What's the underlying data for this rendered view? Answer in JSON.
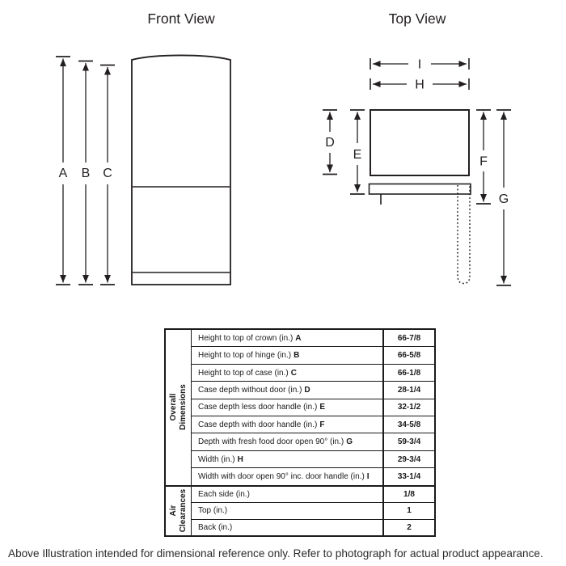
{
  "titles": {
    "front_view": "Front View",
    "top_view": "Top View"
  },
  "dims": {
    "a": "A",
    "b": "B",
    "c": "C",
    "d": "D",
    "e": "E",
    "f": "F",
    "g": "G",
    "h": "H",
    "i": "I"
  },
  "colors": {
    "line": "#231f20",
    "table_border": "#1a1a1a",
    "text": "#2b2b2b"
  },
  "table": {
    "sections": [
      {
        "header_line1": "Overall",
        "header_line2": "Dimensions",
        "rows": [
          {
            "label": "Height to top of crown (in.)",
            "letter": "A",
            "value": "66-7/8"
          },
          {
            "label": "Height to top of hinge (in.)",
            "letter": "B",
            "value": "66-5/8"
          },
          {
            "label": "Height to top of case (in.)",
            "letter": "C",
            "value": "66-1/8"
          },
          {
            "label": "Case depth without door (in.)",
            "letter": "D",
            "value": "28-1/4"
          },
          {
            "label": "Case depth less door handle (in.)",
            "letter": "E",
            "value": "32-1/2"
          },
          {
            "label": "Case depth with door handle (in.)",
            "letter": "F",
            "value": "34-5/8"
          },
          {
            "label": "Depth with fresh food door open 90° (in.)",
            "letter": "G",
            "value": "59-3/4"
          },
          {
            "label": "Width (in.)",
            "letter": "H",
            "value": "29-3/4"
          },
          {
            "label": "Width with door open 90° inc. door handle (in.)",
            "letter": "I",
            "value": "33-1/4"
          }
        ]
      },
      {
        "header_line1": "Air",
        "header_line2": "Clearances",
        "rows": [
          {
            "label": "Each side (in.)",
            "letter": "",
            "value": "1/8"
          },
          {
            "label": "Top (in.)",
            "letter": "",
            "value": "1"
          },
          {
            "label": "Back (in.)",
            "letter": "",
            "value": "2"
          }
        ]
      }
    ]
  },
  "footnote": "Above Illustration intended for dimensional reference only. Refer to photograph for actual product appearance."
}
